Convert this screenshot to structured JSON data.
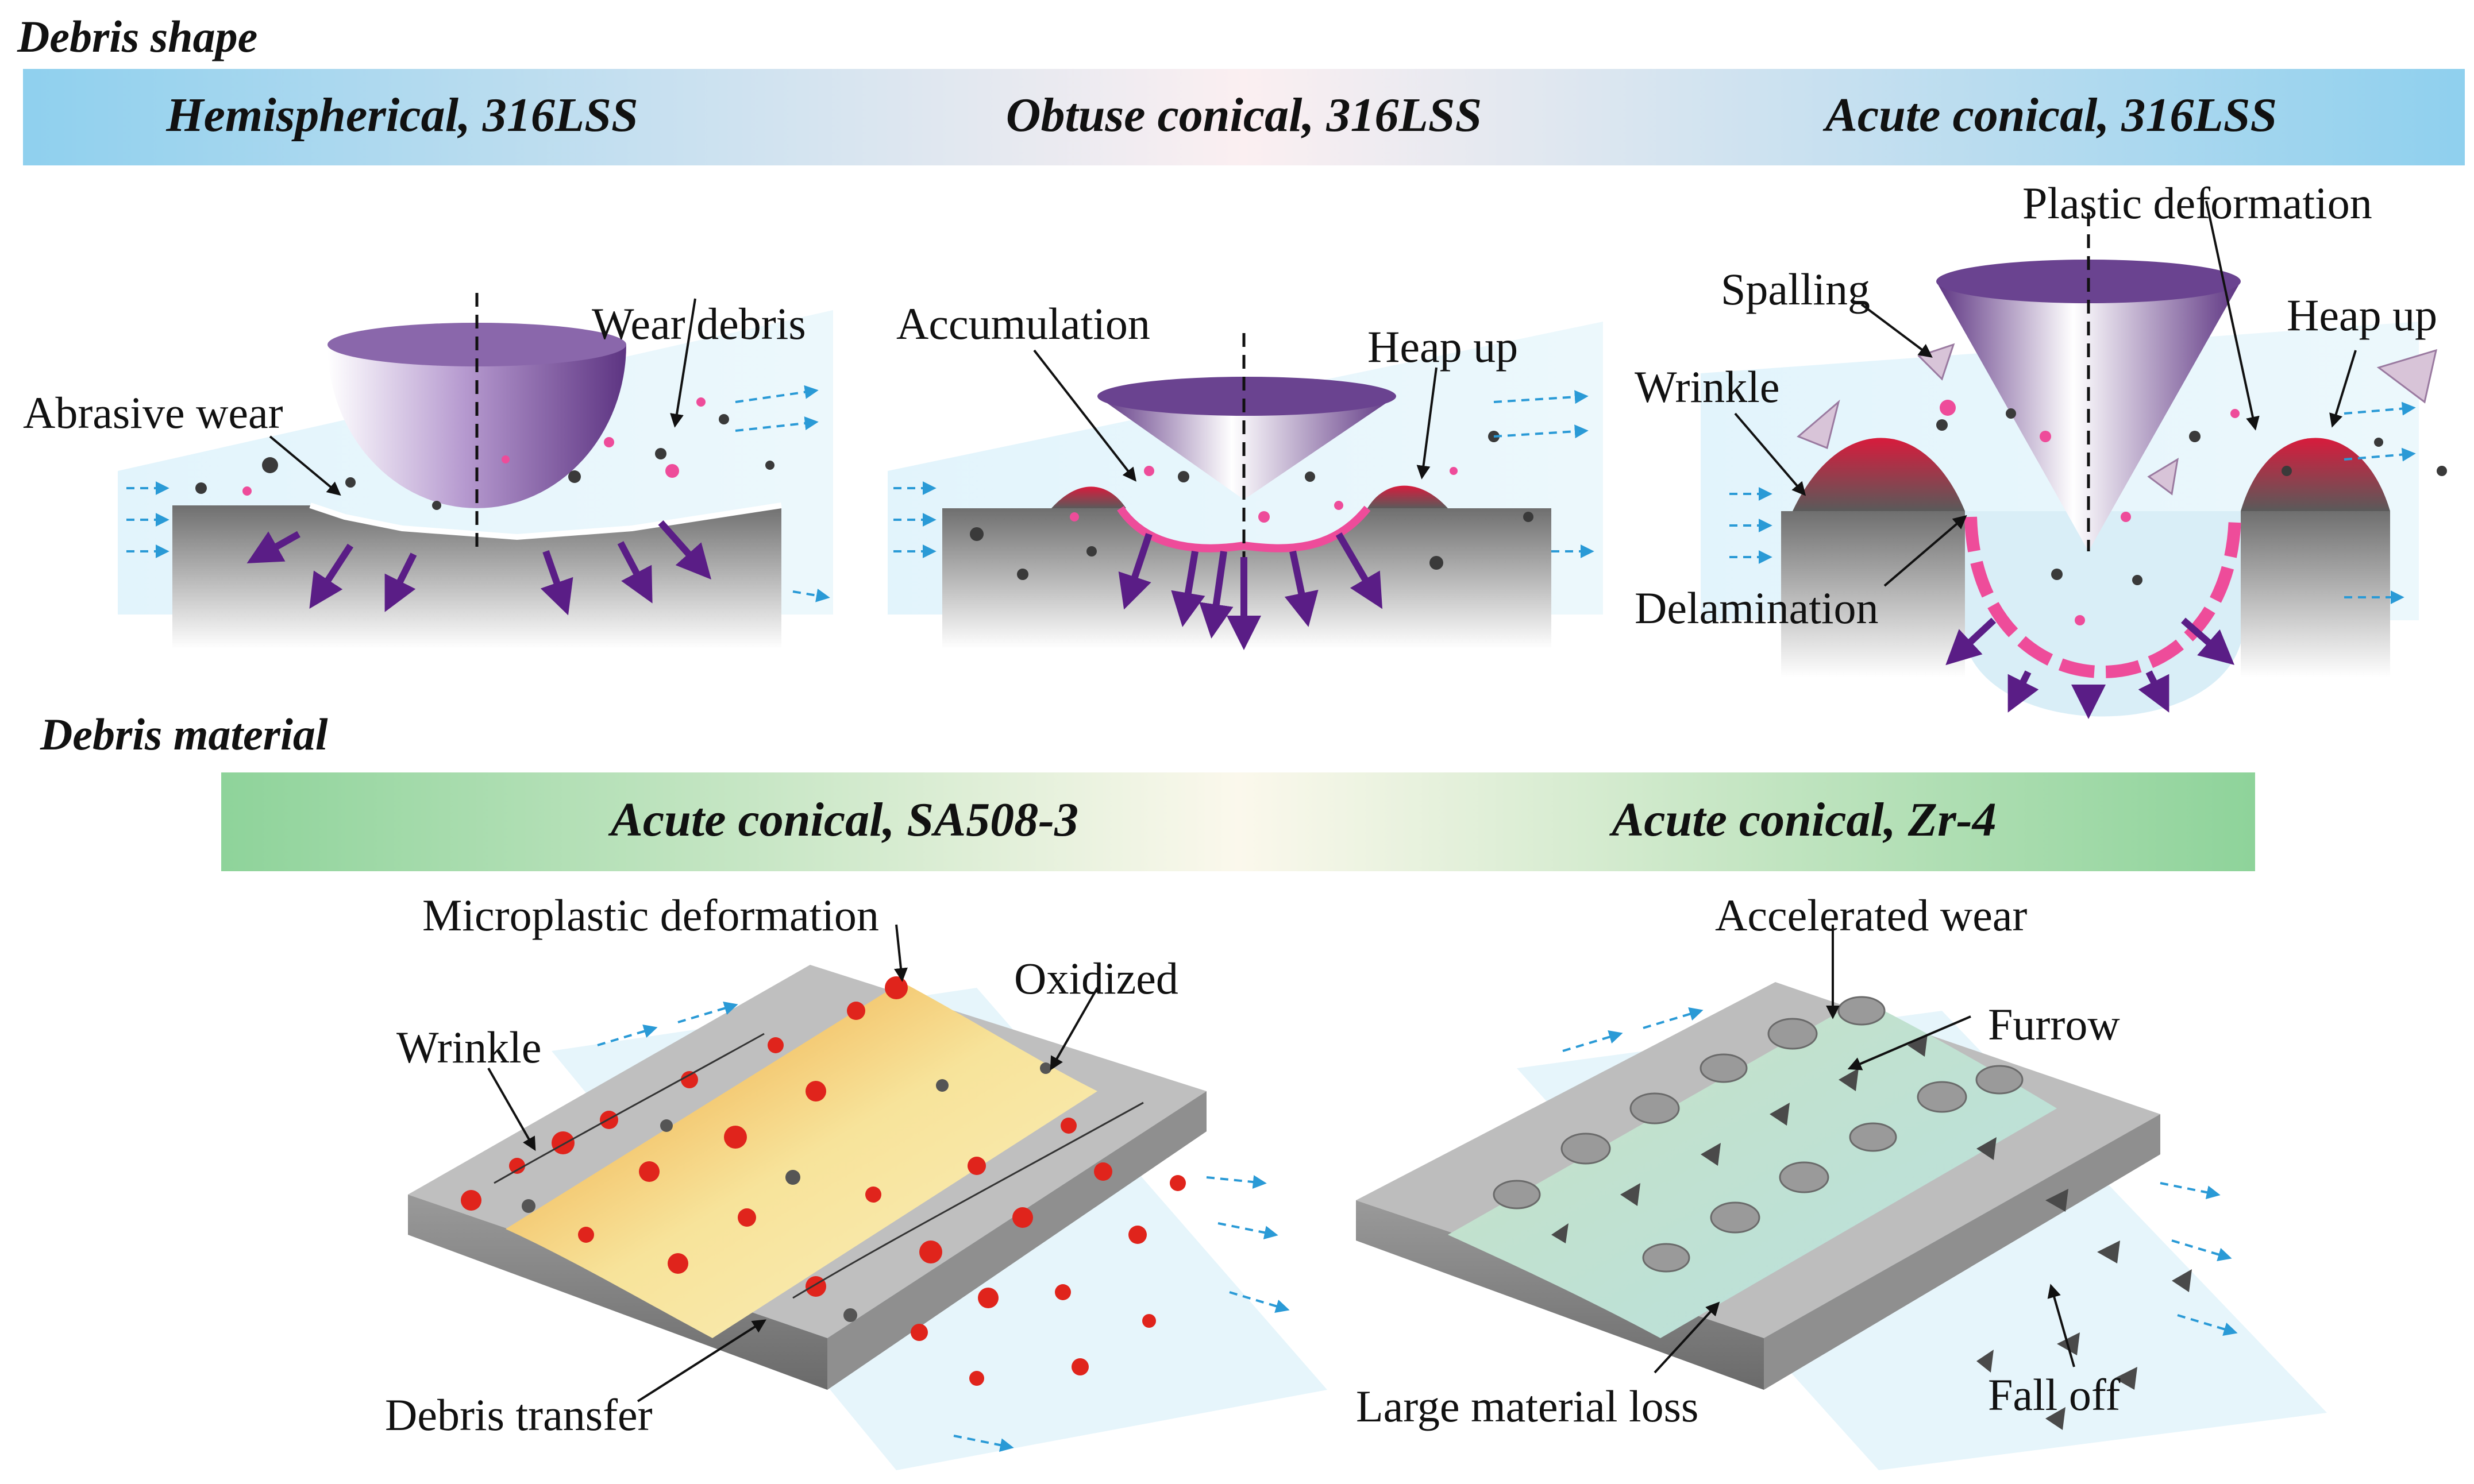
{
  "sections": {
    "shape": {
      "title": "Debris shape",
      "banner": [
        "Hemispherical, 316LSS",
        "Obtuse conical, 316LSS",
        "Acute conical, 316LSS"
      ]
    },
    "material": {
      "title": "Debris material",
      "banner": [
        "Acute conical, SA508-3",
        "Acute conical, Zr-4"
      ]
    }
  },
  "labels": {
    "hemi": {
      "abrasive": "Abrasive wear",
      "debris": "Wear debris"
    },
    "obtuse": {
      "accumulation": "Accumulation",
      "heap": "Heap up"
    },
    "acute": {
      "plastic": "Plastic deformation",
      "spalling": "Spalling",
      "heap": "Heap up",
      "wrinkle": "Wrinkle",
      "delamination": "Delamination"
    },
    "sa508": {
      "micro": "Microplastic deformation",
      "oxidized": "Oxidized",
      "wrinkle": "Wrinkle",
      "transfer": "Debris transfer"
    },
    "zr4": {
      "accel": "Accelerated wear",
      "furrow": "Furrow",
      "loss": "Large material loss",
      "falloff": "Fall off"
    }
  },
  "colors": {
    "banner_blue": "#8fd0ee",
    "banner_green": "#8ed39a",
    "indenter_purple": "#7a4f9a",
    "arrow_purple": "#5a1d86",
    "heap_red": "#d81b3c",
    "debris_pink": "#ee4c9a",
    "debris_red": "#e0241c",
    "fluid_blue": "#dff3fb"
  }
}
